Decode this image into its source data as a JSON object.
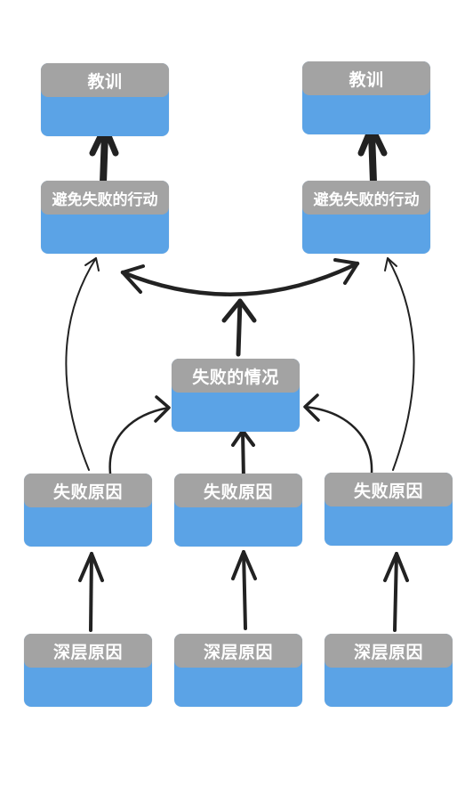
{
  "nodes": {
    "lesson_left": "教训",
    "lesson_right": "教训",
    "avoid_left": "避免失败的行动",
    "avoid_right": "避免失败的行动",
    "failure_situation": "失败的情况",
    "cause_left": "失败原因",
    "cause_mid": "失败原因",
    "cause_right": "失败原因",
    "root_left": "深层原因",
    "root_mid": "深层原因",
    "root_right": "深层原因"
  },
  "colors": {
    "node_header": "#a3a3a3",
    "node_body": "#5ba3e6",
    "header_text": "#ffffff",
    "arrow": "#222222"
  }
}
